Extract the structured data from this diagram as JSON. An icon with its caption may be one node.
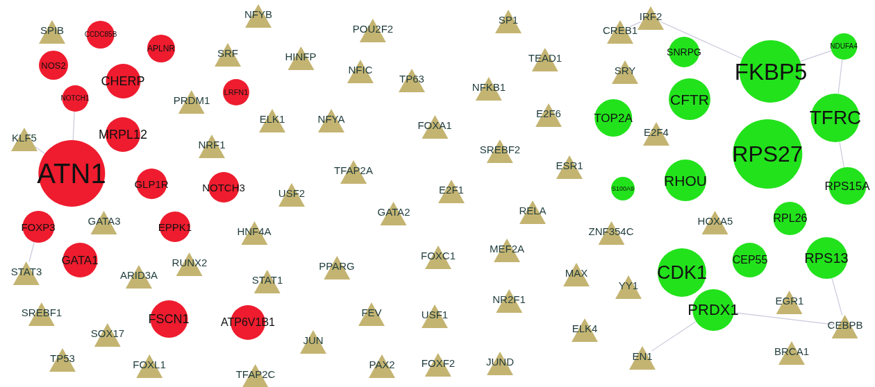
{
  "diagram": {
    "nodes": [
      {
        "text": [
          "SPIB"
        ]
      },
      {
        "text": [
          "CCDC85B"
        ]
      },
      {
        "text": [
          "NFYB"
        ]
      },
      {
        "text": [
          "POU2F2"
        ]
      },
      {
        "text": [
          "SP1"
        ]
      },
      {
        "text": [
          "CREB1"
        ]
      },
      {
        "text": [
          "IRF2"
        ]
      },
      {
        "text": [
          "NDUFA4"
        ]
      },
      {
        "text": [
          "NOS2"
        ]
      },
      {
        "text": [
          "APLNR"
        ]
      },
      {
        "text": [
          "SRF"
        ]
      },
      {
        "text": [
          "HINFP"
        ]
      },
      {
        "text": [
          "SNRPG"
        ]
      },
      {
        "text": [
          "FKBP5"
        ]
      },
      {
        "text": [
          "TEAD1"
        ]
      },
      {
        "text": [
          "SRY"
        ]
      },
      {
        "text": [
          "NFIC"
        ]
      },
      {
        "text": [
          "TP63"
        ]
      },
      {
        "text": [
          "CHERP"
        ]
      },
      {
        "text": [
          "NFKB1"
        ]
      },
      {
        "text": [
          "NOTCH1"
        ]
      },
      {
        "text": [
          "LRFN1"
        ]
      },
      {
        "text": [
          "PRDM1"
        ]
      },
      {
        "text": [
          "CFTR"
        ]
      },
      {
        "text": [
          "TOP2A"
        ]
      },
      {
        "text": [
          "TFRC"
        ]
      },
      {
        "text": [
          "E2F6"
        ]
      },
      {
        "text": [
          "ELK1"
        ]
      },
      {
        "text": [
          "NFYA"
        ]
      },
      {
        "text": [
          "FOXA1"
        ]
      },
      {
        "text": [
          "MRPL12"
        ]
      },
      {
        "text": [
          "E2F4"
        ]
      },
      {
        "text": [
          "KLF5"
        ]
      },
      {
        "text": [
          "NRF1"
        ]
      },
      {
        "text": [
          "SREBF2"
        ]
      },
      {
        "text": [
          "RPS27"
        ]
      },
      {
        "text": [
          "ATN1"
        ]
      },
      {
        "text": [
          "ESR1"
        ]
      },
      {
        "text": [
          "TFAP2A"
        ]
      },
      {
        "text": [
          "S100A9"
        ]
      },
      {
        "text": [
          "RHOU"
        ]
      },
      {
        "text": [
          "RPS15A"
        ]
      },
      {
        "text": [
          "GLP1R"
        ]
      },
      {
        "text": [
          "NOTCH3"
        ]
      },
      {
        "text": [
          "USF2"
        ]
      },
      {
        "text": [
          "E2F1"
        ]
      },
      {
        "text": [
          "GATA2"
        ]
      },
      {
        "text": [
          "RELA"
        ]
      },
      {
        "text": [
          "FOXP3"
        ]
      },
      {
        "text": [
          "GATA3"
        ]
      },
      {
        "text": [
          "EPPK1"
        ]
      },
      {
        "text": [
          "HNF4A"
        ]
      },
      {
        "text": [
          "HOXA5"
        ]
      },
      {
        "text": [
          "ZNF354C"
        ]
      },
      {
        "text": [
          "RPL26"
        ]
      },
      {
        "text": [
          "MEF2A"
        ]
      },
      {
        "text": [
          "FOXC1"
        ]
      },
      {
        "text": [
          "GATA1"
        ]
      },
      {
        "text": [
          "CEP55"
        ]
      },
      {
        "text": [
          "RPS13"
        ]
      },
      {
        "text": [
          "PPARG"
        ]
      },
      {
        "text": [
          "STAT3"
        ]
      },
      {
        "text": [
          "ARID3A"
        ]
      },
      {
        "text": [
          "RUNX2"
        ]
      },
      {
        "text": [
          "STAT1"
        ]
      },
      {
        "text": [
          "MAX"
        ]
      },
      {
        "text": [
          "CDK1"
        ]
      },
      {
        "text": [
          "YY1"
        ]
      },
      {
        "text": [
          "NR2F1"
        ]
      },
      {
        "text": [
          "EGR1"
        ]
      },
      {
        "text": [
          "FEV"
        ]
      },
      {
        "text": [
          "USF1"
        ]
      },
      {
        "text": [
          "SREBF1"
        ]
      },
      {
        "text": [
          "FSCN1"
        ]
      },
      {
        "text": [
          "ATP6V1B1"
        ]
      },
      {
        "text": [
          "PRDX1"
        ]
      },
      {
        "text": [
          "SOX17"
        ]
      },
      {
        "text": [
          "ELK4"
        ]
      },
      {
        "text": [
          "CEBPB"
        ]
      },
      {
        "text": [
          "JUN"
        ]
      },
      {
        "text": [
          "TP53"
        ]
      },
      {
        "text": [
          "FOXL1"
        ]
      },
      {
        "text": [
          "PAX2"
        ]
      },
      {
        "text": [
          "FOXF2"
        ]
      },
      {
        "text": [
          "JUND"
        ]
      },
      {
        "text": [
          "EN1"
        ]
      },
      {
        "text": [
          "BRCA1"
        ]
      },
      {
        "text": [
          "TFAP2C"
        ]
      }
    ],
    "edges": [
      {
        "from": 6,
        "to": 13,
        "arrow": "none"
      },
      {
        "from": 5,
        "to": 6,
        "arrow": "none"
      },
      {
        "from": 7,
        "to": 13,
        "arrow": "none"
      },
      {
        "from": 7,
        "to": 25,
        "arrow": "none"
      },
      {
        "from": 25,
        "to": 41,
        "arrow": "none"
      },
      {
        "from": 75,
        "to": 78,
        "arrow": "none"
      },
      {
        "from": 59,
        "to": 78,
        "arrow": "none"
      },
      {
        "from": 85,
        "to": 75,
        "arrow": "none"
      },
      {
        "from": 32,
        "to": 36,
        "arrow": "none"
      },
      {
        "from": 20,
        "to": 36,
        "arrow": "none"
      },
      {
        "from": 61,
        "to": 48,
        "arrow": "none"
      }
    ]
  }
}
